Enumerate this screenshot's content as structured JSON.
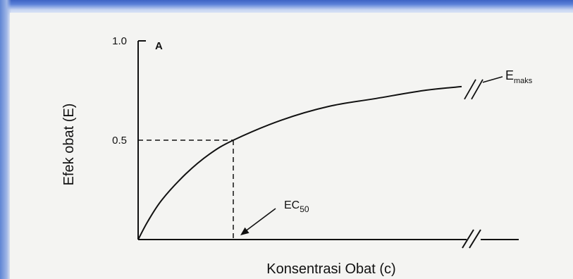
{
  "chart_data": {
    "type": "line",
    "panel_label": "A",
    "xlabel": "Konsentrasi Obat (c)",
    "ylabel": "Efek obat (E)",
    "yticks": [
      {
        "value": 0.5,
        "label": "0.5"
      },
      {
        "value": 1.0,
        "label": "1.0"
      }
    ],
    "ylim": [
      0,
      1
    ],
    "xlim": [
      0,
      4
    ],
    "ec50": 1,
    "ec50_label": {
      "main": "EC",
      "sub": "50"
    },
    "emax_label": {
      "main": "E",
      "sub": "maks"
    },
    "series": [
      {
        "x": [
          0,
          0.1,
          0.25,
          0.5,
          0.75,
          1,
          1.5,
          2,
          2.5,
          3,
          3.4
        ],
        "y": [
          0,
          0.09,
          0.2,
          0.33,
          0.43,
          0.5,
          0.6,
          0.67,
          0.71,
          0.75,
          0.77
        ]
      }
    ],
    "grid": false,
    "axis_breaks": [
      "x",
      "curve"
    ]
  }
}
